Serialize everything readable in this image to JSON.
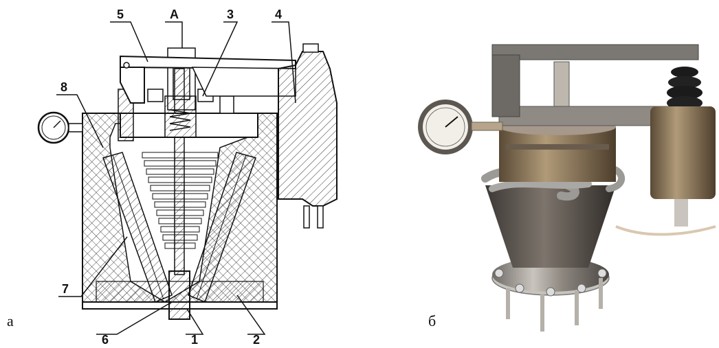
{
  "figure": {
    "panel_a": {
      "caption": "а",
      "callouts": [
        "5",
        "A",
        "3",
        "4",
        "8",
        "7",
        "6",
        "1",
        "2"
      ]
    },
    "panel_b": {
      "caption": "б"
    }
  }
}
